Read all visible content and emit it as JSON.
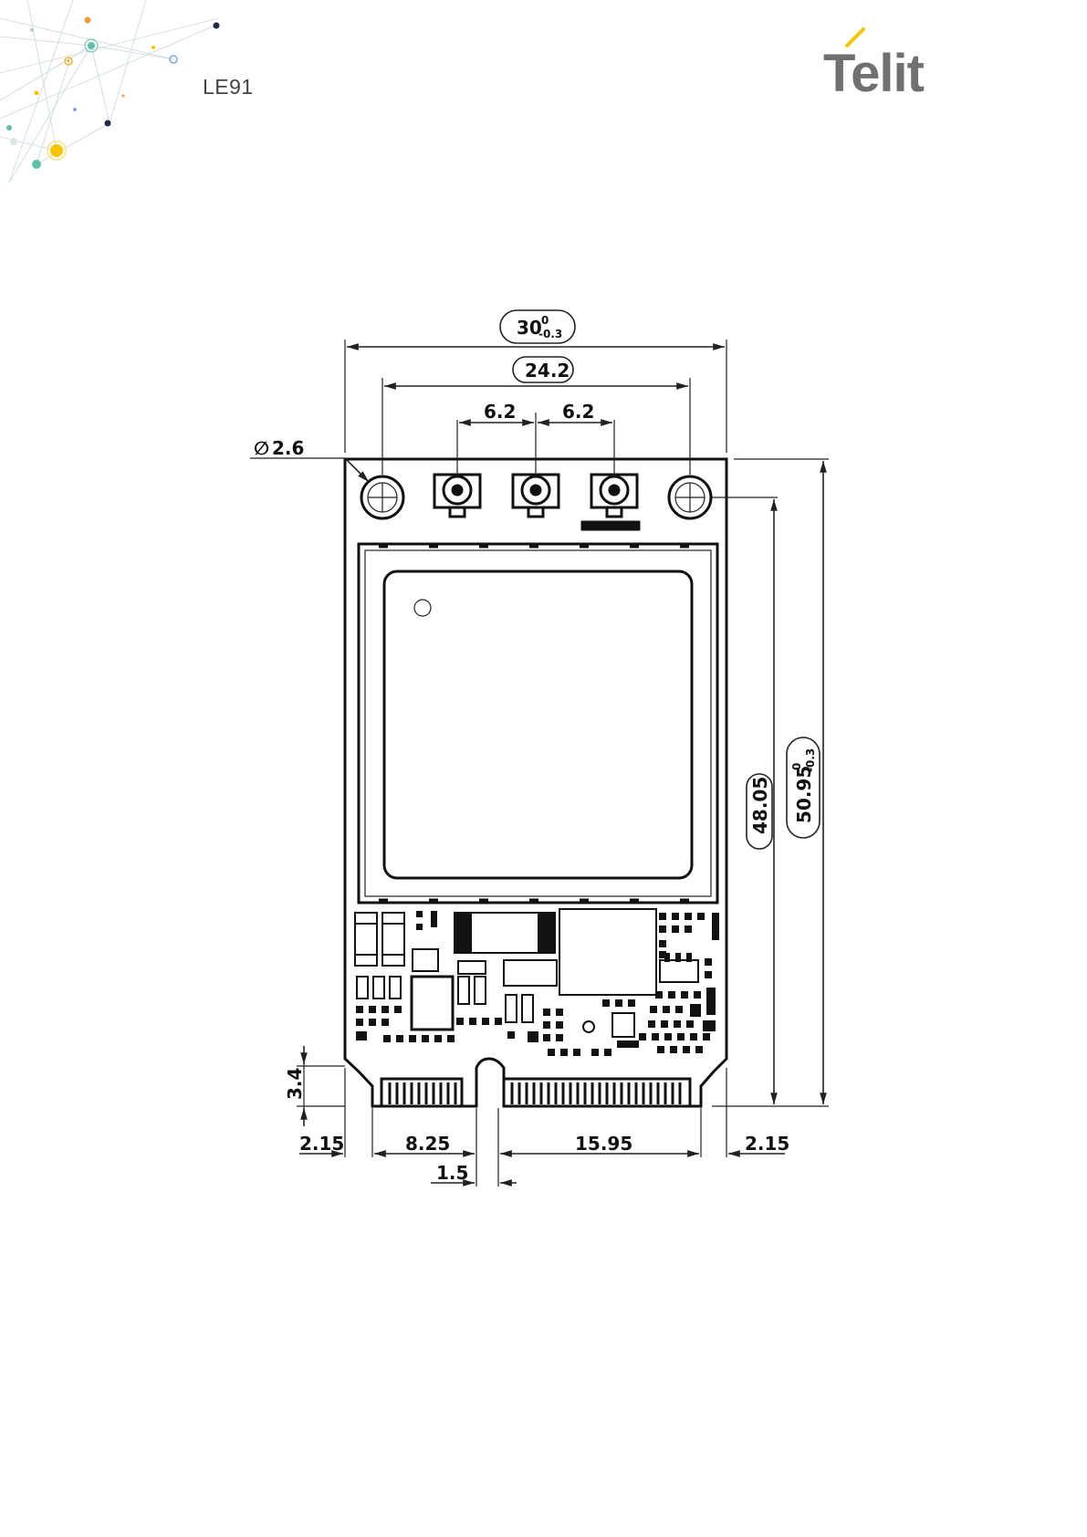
{
  "header": {
    "doc_title": "LE91",
    "logo_text": "Telit",
    "brand_color": "#707070",
    "accent_color": "#f6c500"
  },
  "drawing": {
    "width_label": "30",
    "width_tol_upper": "0",
    "width_tol_lower": "-0.3",
    "hole_spacing_label": "24.2",
    "connector_pitch_left": "6.2",
    "connector_pitch_right": "6.2",
    "hole_diameter_symbol": "∅",
    "hole_diameter_value": "2.6",
    "hole_to_edge_label": "48.05",
    "length_label": "50.95",
    "length_tol_upper": "0",
    "length_tol_lower": "-0.3",
    "notch_depth_label": "3.4",
    "left_margin_label": "2.15",
    "left_contacts_label": "8.25",
    "right_contacts_label": "15.95",
    "right_margin_label": "2.15",
    "key_width_label": "1.5"
  }
}
